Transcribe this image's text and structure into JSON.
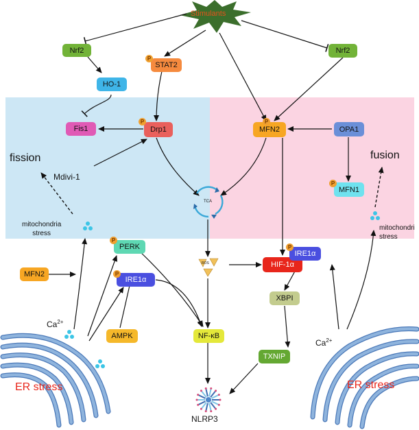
{
  "colors": {
    "fission_zone": "#cde7f5",
    "fusion_zone": "#fbd4e2",
    "membrane": "#8fb4dd",
    "membrane_edge": "#4a78b8",
    "ca_dot": "#3cc5e6",
    "stimulant_star": "#3b6e2c",
    "stimulant_text": "#e5531c",
    "er_stress_text": "#e8261b"
  },
  "stimulants": "Stimulants",
  "nodes": {
    "nrf2_left": {
      "label": "Nrf2",
      "color": "#72b338"
    },
    "nrf2_right": {
      "label": "Nrf2",
      "color": "#72b338"
    },
    "ho1": {
      "label": "HO-1",
      "color": "#3fb5e8"
    },
    "stat2": {
      "label": "STAT2",
      "color": "#f58a3e"
    },
    "fis1": {
      "label": "Fis1",
      "color": "#e05ab5"
    },
    "drp1": {
      "label": "Drp1",
      "color": "#e9605c"
    },
    "mfn2_top": {
      "label": "MFN2",
      "color": "#f7a623"
    },
    "opa1": {
      "label": "OPA1",
      "color": "#6a8fd8"
    },
    "mfn1": {
      "label": "MFN1",
      "color": "#6fe2ef"
    },
    "perk": {
      "label": "PERK",
      "color": "#5ed8b3"
    },
    "mfn2_bottom": {
      "label": "MFN2",
      "color": "#f7a623"
    },
    "ire1a_left": {
      "label": "IRE1α",
      "color": "#4a4fe0"
    },
    "ampk": {
      "label": "AMPK",
      "color": "#f5b82a"
    },
    "nfkb": {
      "label": "NF-κB",
      "color": "#e4e83a"
    },
    "hif1a": {
      "label": "HIF-1α",
      "color": "#e8261b"
    },
    "ire1a_right": {
      "label": "IRE1α",
      "color": "#4a4fe0"
    },
    "xbpi": {
      "label": "XBPI",
      "color": "#c3cc8e"
    },
    "txnip": {
      "label": "TXNIP",
      "color": "#64a832"
    }
  },
  "phospho_mark": "P",
  "labels": {
    "fission": "fission",
    "fusion": "fusion",
    "mdivi1": "Mdivi-1",
    "tca": "TCA",
    "mito_stress_left": "mitochondria\nstress",
    "mito_stress_right": "mitochondri\nstress",
    "ca_base": "Ca",
    "ca_sup": "2+",
    "er_stress": "ER stress",
    "nlrp3": "NLRP3",
    "ros": "ROS"
  }
}
